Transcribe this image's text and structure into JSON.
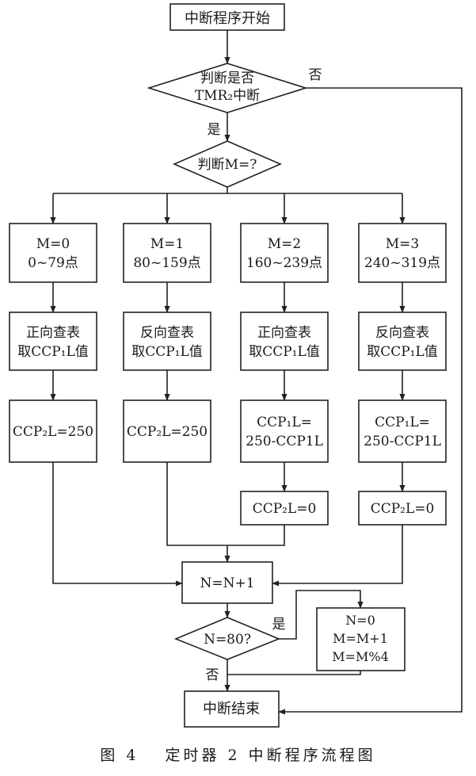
{
  "nodes": {
    "start": "中断程序开始",
    "check_tmr2": [
      "判断是否",
      "TMR₂中断"
    ],
    "judge_m": "判断M=?",
    "m0": [
      "M=0",
      "0~79点"
    ],
    "m1": [
      "M=1",
      "80~159点"
    ],
    "m2": [
      "M=2",
      "160~239点"
    ],
    "m3": [
      "M=3",
      "240~319点"
    ],
    "lookup_fwd": [
      "正向查表",
      "取CCP₁L值"
    ],
    "lookup_rev": [
      "反向查表",
      "取CCP₁L值"
    ],
    "ccp2l_250": "CCP₂L=250",
    "ccp1l_sub": [
      "CCP₁L=",
      "250-CCP1L"
    ],
    "ccp2l_0": "CCP₂L=0",
    "n_inc": "N=N+1",
    "n_eq_80": "N=80?",
    "reset_block": [
      "N=0",
      "M=M+1",
      "M=M%4"
    ],
    "end": "中断结束"
  },
  "labels": {
    "yes": "是",
    "no": "否"
  },
  "caption": "图 4　 定时器 2 中断程序流程图"
}
